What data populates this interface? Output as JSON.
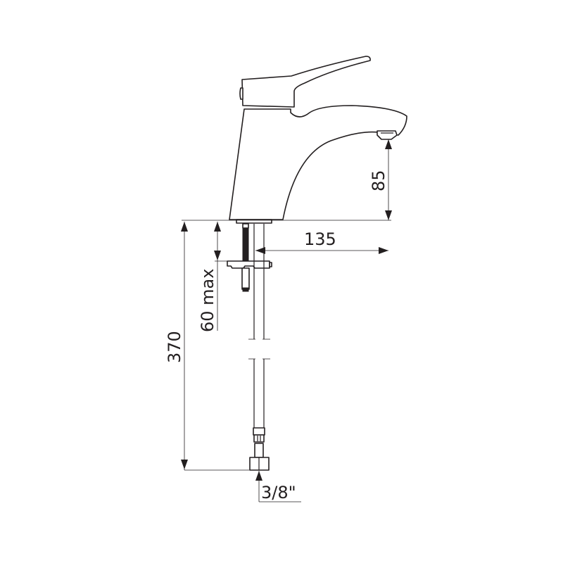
{
  "diagram": {
    "type": "technical-drawing",
    "subject": "single-lever basin mixer tap",
    "line_color": "#231f20",
    "background": "#ffffff"
  },
  "dimensions": {
    "spout_height": {
      "label": "85",
      "orientation": "vertical"
    },
    "spout_reach": {
      "label": "135",
      "orientation": "horizontal"
    },
    "deck_thickness": {
      "label": "60 max",
      "orientation": "vertical"
    },
    "hose_length": {
      "label": "370",
      "orientation": "vertical"
    },
    "connection": {
      "label": "3/8\"",
      "orientation": "horizontal"
    }
  }
}
